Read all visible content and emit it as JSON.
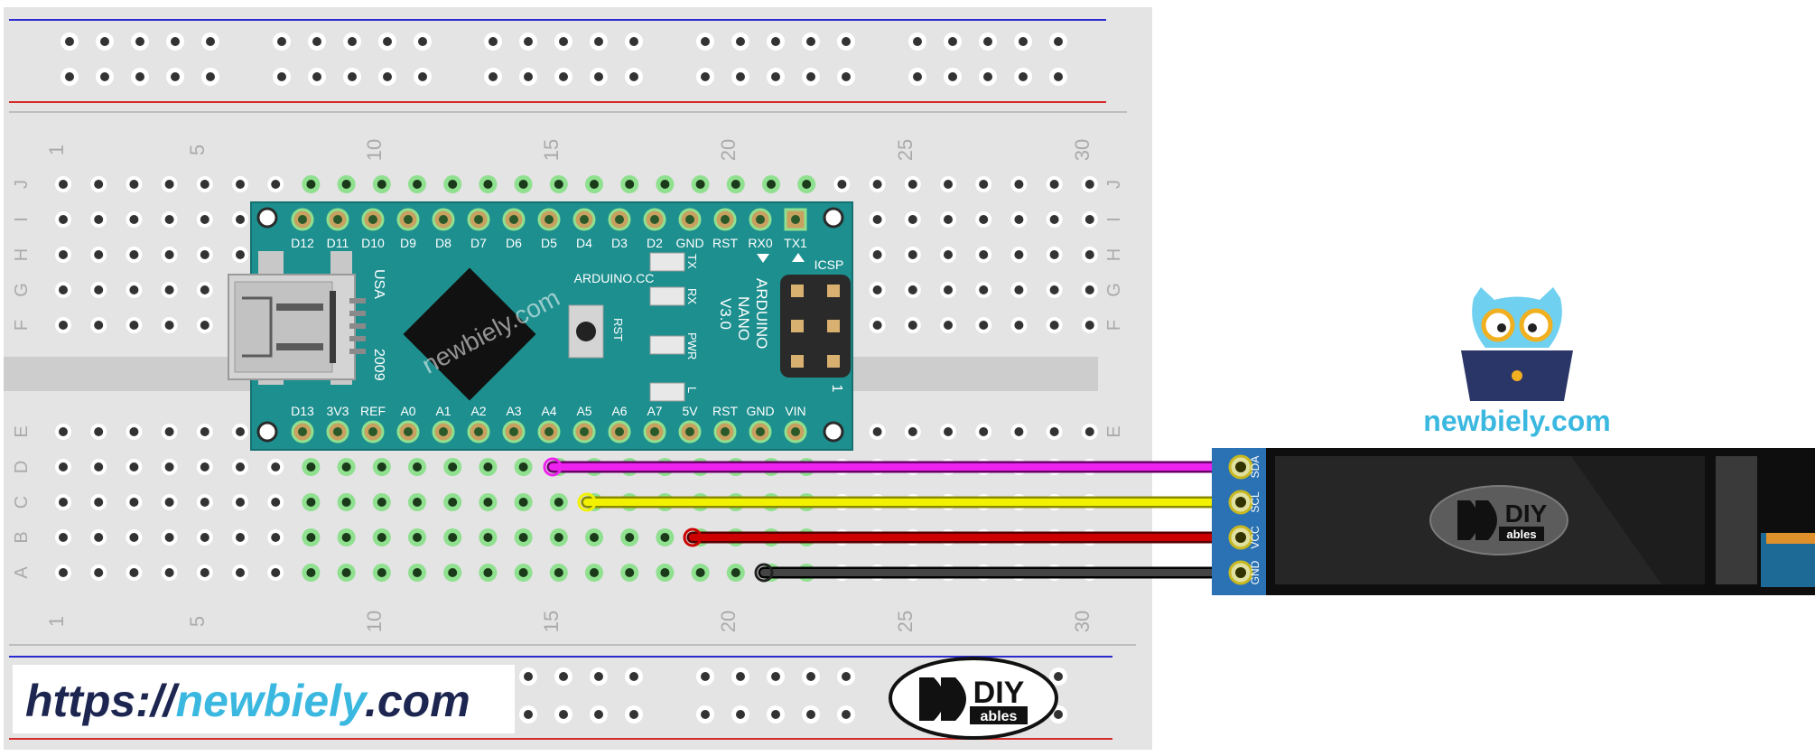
{
  "breadboard": {
    "column_numbers": [
      "1",
      "5",
      "10",
      "15",
      "20",
      "25",
      "30"
    ],
    "row_letters_top": [
      "J",
      "I",
      "H",
      "G",
      "F"
    ],
    "row_letters_bottom": [
      "E",
      "D",
      "C",
      "B",
      "A"
    ]
  },
  "arduino": {
    "top_pins": [
      "D12",
      "D11",
      "D10",
      "D9",
      "D8",
      "D7",
      "D6",
      "D5",
      "D4",
      "D3",
      "D2",
      "GND",
      "RST",
      "RX0",
      "TX1"
    ],
    "bottom_pins": [
      "D13",
      "3V3",
      "REF",
      "A0",
      "A1",
      "A2",
      "A3",
      "A4",
      "A5",
      "A6",
      "A7",
      "5V",
      "RST",
      "GND",
      "VIN"
    ],
    "label_usa": "USA",
    "label_year": "2009",
    "label_site": "ARDUINO.CC",
    "label_rst": "RST",
    "led_labels": [
      "TX",
      "RX",
      "PWR",
      "L"
    ],
    "label_name_1": "ARDUINO",
    "label_name_2": "NANO",
    "label_name_3": "V3.0",
    "label_icsp": "ICSP",
    "label_icsp_pin": "1",
    "watermark": "newbiely.com"
  },
  "oled": {
    "pins": [
      "SDA",
      "SCL",
      "VCC",
      "GND"
    ],
    "logo_big": "DIY",
    "logo_small": "ables"
  },
  "wires": [
    {
      "from": "A4",
      "to": "SDA",
      "color": "#ee22ee"
    },
    {
      "from": "A5",
      "to": "SCL",
      "color": "#f2f200"
    },
    {
      "from": "5V",
      "to": "VCC",
      "color": "#cc0000"
    },
    {
      "from": "GND",
      "to": "GND",
      "color": "#222222"
    }
  ],
  "brand": {
    "mascot_text": "newbiely.com",
    "url_part_1": "https://",
    "url_part_2": "newbiely",
    "url_part_3": ".com",
    "diy_big": "DIY",
    "diy_small": "ables"
  },
  "colors": {
    "board_teal": "#1e8f8f",
    "rail_blue": "#2a2ad0",
    "rail_red": "#d42a2a",
    "highlight_green": "#8fe08f",
    "brand_navy": "#1c2650",
    "brand_cyan": "#3bb8e0"
  }
}
